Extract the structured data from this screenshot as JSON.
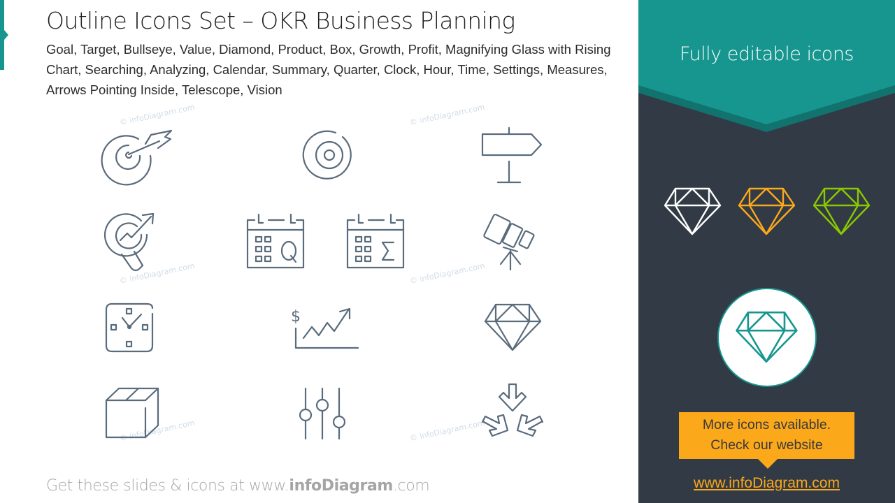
{
  "slide": {
    "title": "Outline Icons Set – OKR Business Planning",
    "subtitle": "Goal, Target, Bullseye, Value, Diamond, Product, Box, Growth, Profit, Magnifying Glass with Rising Chart, Searching, Analyzing, Calendar, Summary, Quarter, Clock, Hour, Time, Settings, Measures, Arrows Pointing Inside, Telescope, Vision",
    "footer": {
      "prefix": "Get these slides & icons at www.",
      "brand": "infoDiagram",
      "suffix": ".com"
    },
    "watermark": "© infoDiagram.com"
  },
  "icons": [
    {
      "name": "bullseye-arrow-icon",
      "label": "Goal"
    },
    {
      "name": "target-icon",
      "label": "Target"
    },
    {
      "name": "signpost-icon",
      "label": "Direction"
    },
    {
      "name": "magnifier-rising-chart-icon",
      "label": "Analyzing"
    },
    {
      "name": "calendar-quarter-icon",
      "label": "Quarter"
    },
    {
      "name": "calendar-summary-icon",
      "label": "Summary"
    },
    {
      "name": "telescope-icon",
      "label": "Vision"
    },
    {
      "name": "clock-icon",
      "label": "Time"
    },
    {
      "name": "profit-growth-icon",
      "label": "Profit"
    },
    {
      "name": "diamond-icon",
      "label": "Value"
    },
    {
      "name": "box-icon",
      "label": "Product"
    },
    {
      "name": "settings-sliders-icon",
      "label": "Measures"
    },
    {
      "name": "arrows-inward-icon",
      "label": "Arrows Pointing Inside"
    }
  ],
  "panel": {
    "title": "Fully editable icons",
    "sample_colors": [
      "#ffffff",
      "#fca81b",
      "#8cc800"
    ],
    "badge_color": "#16968f",
    "callout": {
      "line1": "More icons available.",
      "line2": "Check our website"
    },
    "link": "www.infoDiagram.com"
  },
  "colors": {
    "accent": "#16968f",
    "accent_dark": "#12736e",
    "panel_bg": "#313a45",
    "icon_stroke": "#5a6b7c",
    "orange": "#fca81b",
    "green": "#8cc800"
  }
}
